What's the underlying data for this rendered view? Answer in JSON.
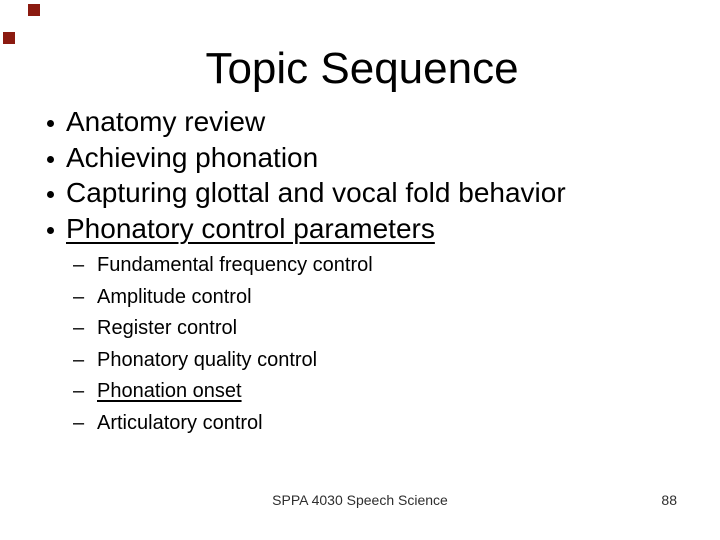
{
  "title": "Topic Sequence",
  "bullets": [
    {
      "label": "Anatomy review",
      "underline": false
    },
    {
      "label": "Achieving phonation",
      "underline": false
    },
    {
      "label": "Capturing glottal and vocal fold behavior",
      "underline": false
    },
    {
      "label": "Phonatory control parameters",
      "underline": true
    }
  ],
  "sub_bullets": [
    {
      "label": "Fundamental frequency control",
      "underline": false
    },
    {
      "label": "Amplitude control",
      "underline": false
    },
    {
      "label": "Register control",
      "underline": false
    },
    {
      "label": "Phonatory quality control",
      "underline": false
    },
    {
      "label": "Phonation onset",
      "underline": true
    },
    {
      "label": "Articulatory control",
      "underline": false
    }
  ],
  "footer": {
    "text": "SPPA 4030 Speech Science",
    "page": "88"
  },
  "colors": {
    "background": "#ffffff",
    "text": "#000000",
    "footer_text": "#2e2e2e",
    "artifact_square": "#8b1a10"
  }
}
